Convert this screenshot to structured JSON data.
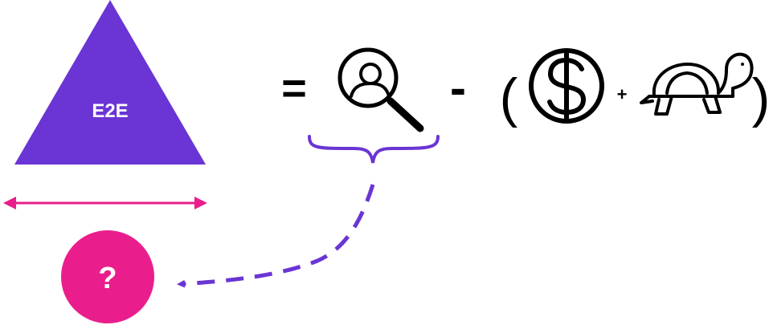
{
  "colors": {
    "triangle_fill": "#6a35d4",
    "arrow_pink": "#e91e8c",
    "circle_fill": "#e91e8c",
    "brace_purple": "#6a35d4",
    "dashed_arrow": "#6a35d4",
    "icon_stroke": "#000000"
  },
  "triangle": {
    "label": "E2E"
  },
  "question_circle": {
    "label": "?"
  },
  "equation": {
    "equals": "=",
    "minus": "-",
    "open_paren": "(",
    "plus": "+",
    "close_paren": ")"
  },
  "icons": {
    "search_user": "search-user-icon",
    "dollar": "dollar-coin-icon",
    "turtle": "turtle-icon",
    "double_arrow": "double-arrow-icon",
    "brace": "curly-brace",
    "dashed_curve": "dashed-curved-arrow"
  }
}
